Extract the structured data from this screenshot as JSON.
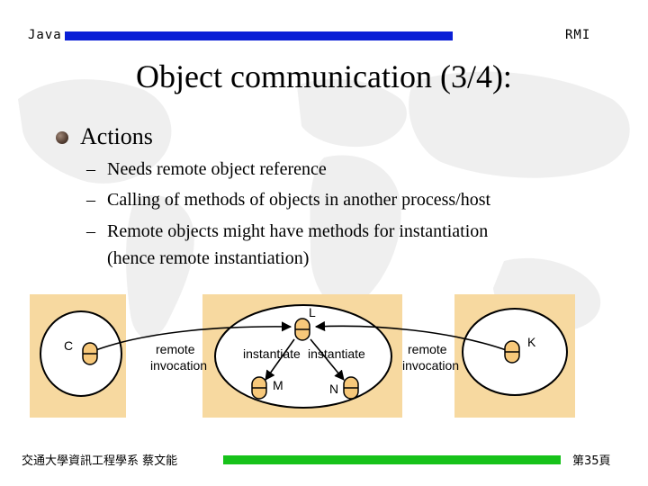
{
  "header": {
    "left": "Java",
    "right": "RMI"
  },
  "title": "Object communication (3/4):",
  "bullet": "Actions",
  "subitems": [
    "Needs remote object reference",
    "Calling of methods of objects in another process/host",
    "Remote objects might have methods for instantiation",
    "(hence remote instantiation)"
  ],
  "diagram": {
    "node_c": "C",
    "node_l": "L",
    "node_k": "K",
    "node_m": "M",
    "node_n": "N",
    "remote_left": "remote",
    "invocation_left": "invocation",
    "instantiate_left": "instantiate",
    "instantiate_right": "instantiate",
    "remote_right": "remote",
    "invocation_right": "invocation"
  },
  "footer": {
    "left": "交通大學資訊工程學系 蔡文能",
    "right": "第35頁"
  },
  "colors": {
    "top_bar": "#0a1fd6",
    "bottom_bar": "#17c21a",
    "panel": "#f7d9a0",
    "object": "#f7c87a"
  }
}
